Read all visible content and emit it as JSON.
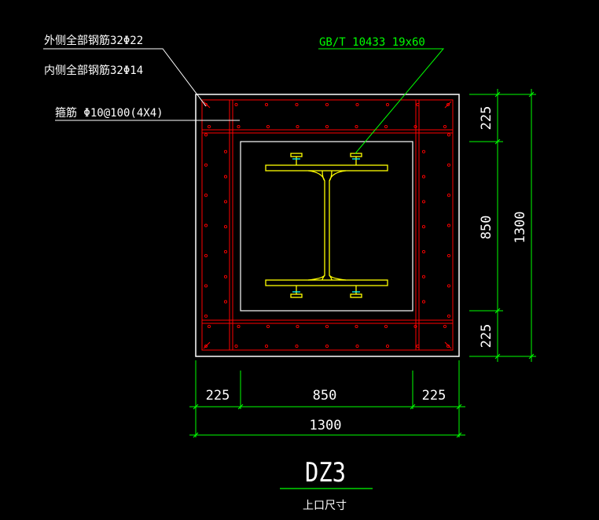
{
  "colors": {
    "background": "#000000",
    "outline": "#ffffff",
    "rebar": "#ff0000",
    "steel": "#ffff00",
    "dimension": "#00ff00",
    "leader": "#ffffff"
  },
  "annotations": {
    "outer_rebar": "外侧全部钢筋32Φ22",
    "inner_rebar": "内侧全部钢筋32Φ14",
    "stirrup": "箍筋 Φ10@100(4X4)",
    "stud": "GB/T 10433 19x60"
  },
  "dimensions": {
    "bottom_left": "225",
    "bottom_middle": "850",
    "bottom_right": "225",
    "bottom_total": "1300",
    "right_top": "225",
    "right_middle": "850",
    "right_bottom": "225",
    "right_total": "1300"
  },
  "title": {
    "name": "DZ3",
    "subtitle": "上口尺寸"
  }
}
